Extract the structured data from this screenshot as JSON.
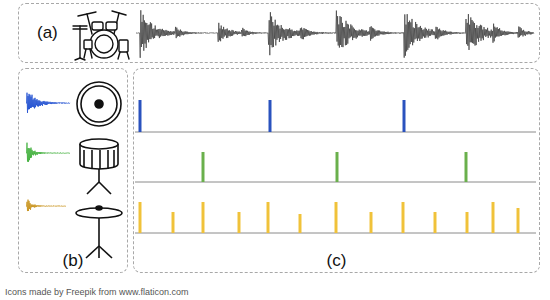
{
  "diagram": {
    "nodes": [
      {
        "text": [
          "(a)"
        ]
      },
      {
        "text": [
          "(b)"
        ]
      },
      {
        "text": [
          "(c)"
        ]
      }
    ],
    "labels": [
      "Icons made by Freepik from www.flaticon.com"
    ]
  }
}
